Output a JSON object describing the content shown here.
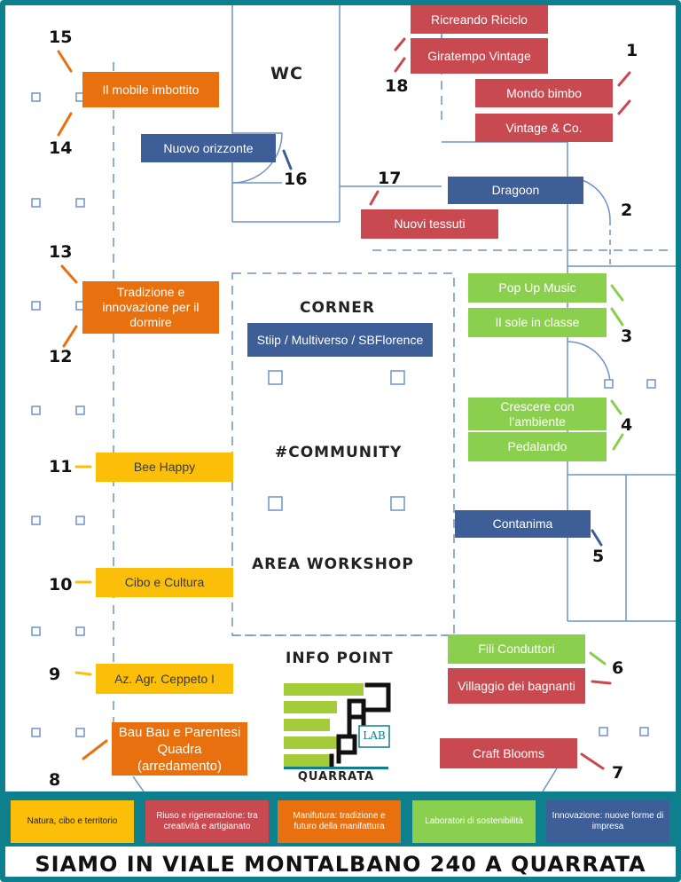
{
  "stands": [
    {
      "id": "ricreando",
      "text": "Ricreando Riciclo",
      "cat": "rd"
    },
    {
      "id": "giratempo",
      "text": "Giratempo Vintage",
      "cat": "rd"
    },
    {
      "id": "mondo-bimbo",
      "text": "Mondo bimbo",
      "cat": "rd"
    },
    {
      "id": "vintage-co",
      "text": "Vintage & Co.",
      "cat": "rd"
    },
    {
      "id": "mobile-imbottito",
      "text": "Il mobile imbottito",
      "cat": "or"
    },
    {
      "id": "nuovo-orizzonte",
      "text": "Nuovo orizzonte",
      "cat": "bl"
    },
    {
      "id": "dragoon",
      "text": "Dragoon",
      "cat": "bl"
    },
    {
      "id": "nuovi-tessuti",
      "text": "Nuovi tessuti",
      "cat": "rd"
    },
    {
      "id": "tradizione",
      "text": "Tradizione e innovazione per il dormire",
      "cat": "or"
    },
    {
      "id": "stiip",
      "text": "Stiip / Multiverso / SBFlorence",
      "cat": "bl"
    },
    {
      "id": "popup-music",
      "text": "Pop Up Music",
      "cat": "gr"
    },
    {
      "id": "sole-classe",
      "text": "Il sole in classe",
      "cat": "gr"
    },
    {
      "id": "crescere",
      "text": "Crescere con l’ambiente",
      "cat": "gr"
    },
    {
      "id": "pedalando",
      "text": "Pedalando",
      "cat": "gr"
    },
    {
      "id": "bee-happy",
      "text": "Bee Happy",
      "cat": "yl"
    },
    {
      "id": "contanima",
      "text": "Contanima",
      "cat": "bl"
    },
    {
      "id": "cibo-cultura",
      "text": "Cibo e Cultura",
      "cat": "yl"
    },
    {
      "id": "fili",
      "text": "Fili Conduttori",
      "cat": "gr"
    },
    {
      "id": "villaggio",
      "text": "Villaggio dei bagnanti",
      "cat": "rd"
    },
    {
      "id": "ceppeto",
      "text": "Az. Agr. Ceppeto I",
      "cat": "yl"
    },
    {
      "id": "baubau",
      "text": "Bau Bau e Parentesi Quadra (arredamento)",
      "cat": "or"
    },
    {
      "id": "craft",
      "text": "Craft Blooms",
      "cat": "rd"
    }
  ],
  "numbers": [
    "15",
    "14",
    "1",
    "18",
    "16",
    "17",
    "2",
    "13",
    "12",
    "3",
    "4",
    "11",
    "5",
    "10",
    "6",
    "9",
    "7",
    "8"
  ],
  "zones": {
    "wc": "WC",
    "corner": "CORNER",
    "community": "#COMMUNITY",
    "workshop": "AREA WORKSHOP",
    "info_point": "INFO POINT"
  },
  "logo": {
    "lab": "LAB",
    "town": "QUARRATA"
  },
  "legend": [
    {
      "text": "Natura, cibo e territorio",
      "cat": "yl"
    },
    {
      "text": "Riuso e rigenerazione: tra creatività e artigianato",
      "cat": "rd"
    },
    {
      "text": "Manifutura: tradizione e futuro della manifattura",
      "cat": "or"
    },
    {
      "text": "Laboratori di sostenibilità",
      "cat": "gr"
    },
    {
      "text": "Innovazione: nuove forme di impresa",
      "cat": "bl"
    }
  ],
  "footer": "SIAMO IN VIALE MONTALBANO 240 A QUARRATA",
  "colors": {
    "frame": "#0e7f8c",
    "orange": "#e8700e",
    "red": "#c8494f",
    "blue": "#3d5e96",
    "green": "#8ad04e",
    "yellow": "#fbbf0a",
    "walls": "#6e93c6"
  }
}
